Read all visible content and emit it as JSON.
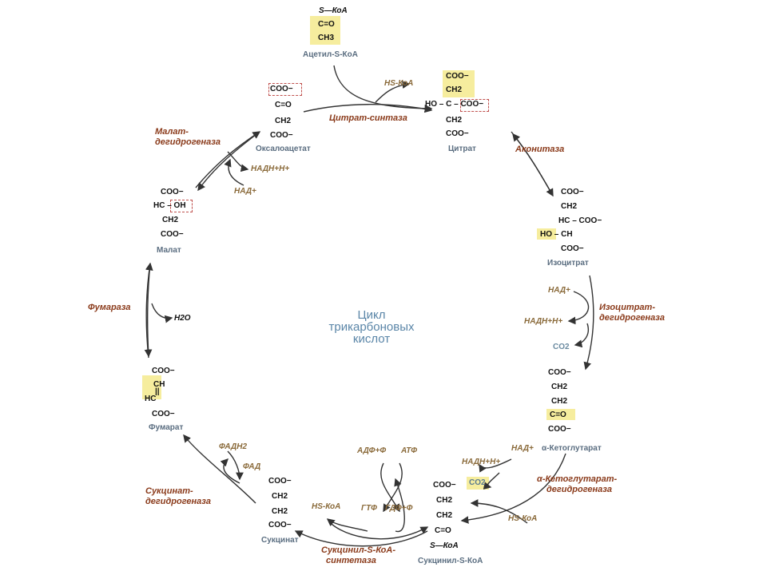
{
  "center_title": [
    "Цикл",
    "трикарбоновых",
    "кислот"
  ],
  "molecules": {
    "acetyl": {
      "name": "Ацетил-S-КоА",
      "rows": [
        "S—КоА",
        "C=O",
        "CH3"
      ]
    },
    "oxaloacetate": {
      "name": "Оксалоацетат",
      "rows": [
        "COO−",
        "C=O",
        "CH2",
        "COO−"
      ]
    },
    "citrate": {
      "name": "Цитрат",
      "rows": [
        "COO−",
        "CH2",
        "HO – C – COO−",
        "CH2",
        "COO−"
      ]
    },
    "isocitrate": {
      "name": "Изоцитрат",
      "rows": [
        "COO−",
        "CH2",
        "HC – COO−",
        "HO – CH",
        "COO−"
      ]
    },
    "ketoglutarate": {
      "name": "α-Кетоглутарат",
      "rows": [
        "COO−",
        "CH2",
        "CH2",
        "C=O",
        "COO−"
      ]
    },
    "succinylcoa": {
      "name": "Сукцинил-S-КоА",
      "rows": [
        "COO−",
        "CH2",
        "CH2",
        "C=O",
        "S—КоА"
      ]
    },
    "succinate": {
      "name": "Сукцинат",
      "rows": [
        "COO−",
        "CH2",
        "CH2",
        "COO−"
      ]
    },
    "fumarate": {
      "name": "Фумарат",
      "rows": [
        "COO−",
        "CH",
        "||",
        "HC",
        "COO−"
      ]
    },
    "malate": {
      "name": "Малат",
      "rows": [
        "COO−",
        "HC – OH",
        "CH2",
        "COO−"
      ]
    }
  },
  "enzymes": {
    "citrate_synthase": "Цитрат-синтаза",
    "aconitase": "Аконитаза",
    "isocitrate_dh": [
      "Изоцитрат-",
      "дегидрогеназа"
    ],
    "ketoglutarate_dh": [
      "α-Кетоглутарат-",
      "дегидрогеназа"
    ],
    "succinyl_synthetase": [
      "Сукцинил-S-КоА-",
      "синтетаза"
    ],
    "succinate_dh": [
      "Сукцинат-",
      "дегидрогеназа"
    ],
    "fumarase": "Фумараза",
    "malate_dh": [
      "Малат-",
      "дегидрогеназа"
    ]
  },
  "cofactors": {
    "hs_coa_1": "HS-КоА",
    "nad_1": "НАД+",
    "nadh_1": "НАДН+Н+",
    "co2_1": "CO2",
    "nad_2": "НАД+",
    "nadh_2": "НАДН+Н+",
    "co2_2": "CO2",
    "hs_coa_2": "HS-КоА",
    "hs_coa_3": "HS-КоА",
    "gtp": "ГТФ",
    "gdp": "ГДФ+Ф",
    "adp": "АДФ+Ф",
    "atp": "АТФ",
    "fadh2": "ФАДН2",
    "fad": "ФАД",
    "h2o": "H2O",
    "nad_3": "НАД+",
    "nadh_3": "НАДН+Н+"
  },
  "colors": {
    "enzyme": "#8a3a1a",
    "cofactor": "#8a6a3a",
    "name": "#5a6d80",
    "highlight": "#f6ed9e",
    "center": "#5b86a8"
  }
}
